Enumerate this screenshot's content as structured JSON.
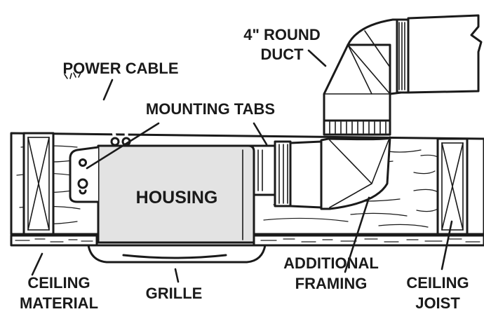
{
  "labels": {
    "duct_line1": "4\" ROUND",
    "duct_line2": "DUCT",
    "power_cable": "POWER CABLE",
    "mounting_tabs": "MOUNTING TABS",
    "housing": "HOUSING",
    "ceiling_material_line1": "CEILING",
    "ceiling_material_line2": "MATERIAL",
    "grille": "GRILLE",
    "additional_framing_line1": "ADDITIONAL",
    "additional_framing_line2": "FRAMING",
    "ceiling_joist_line1": "CEILING",
    "ceiling_joist_line2": "JOIST"
  },
  "colors": {
    "ink": "#1a1a1a",
    "housing_fill": "#e3e3e3",
    "background": "#ffffff"
  }
}
